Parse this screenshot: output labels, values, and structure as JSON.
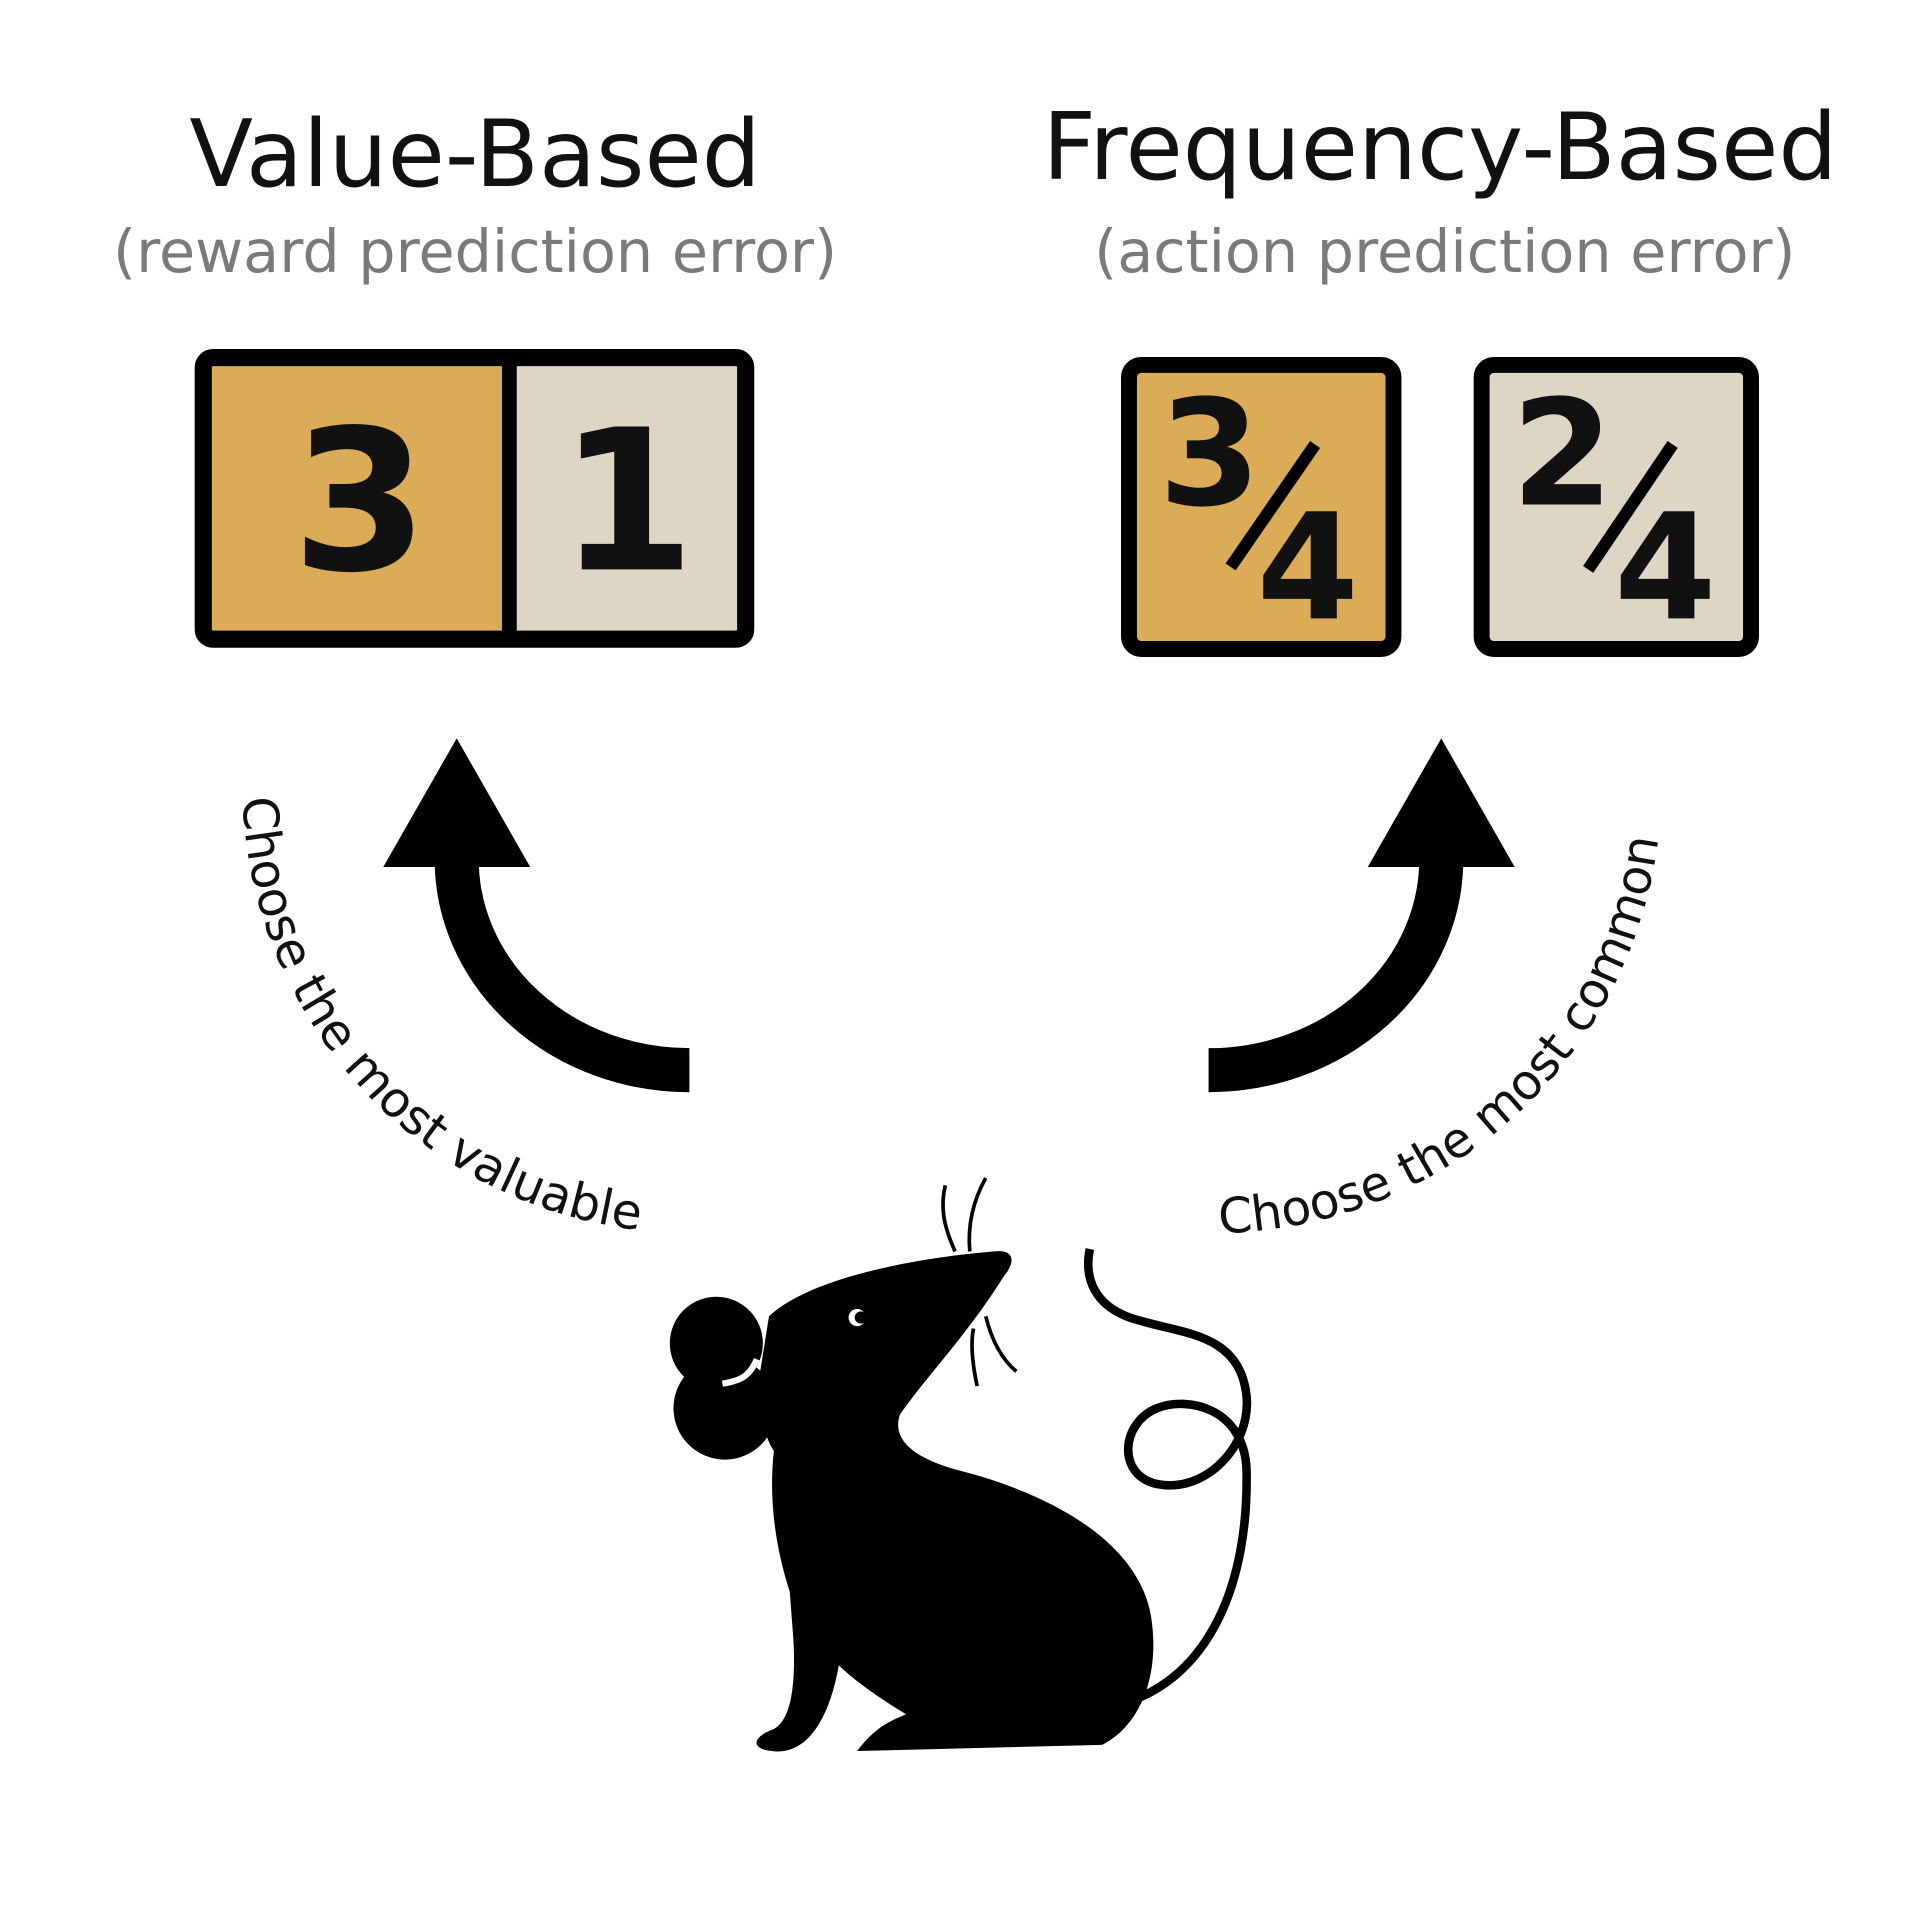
{
  "left": {
    "title": "Value-Based",
    "subtitle": "(reward prediction error)",
    "options": [
      {
        "label": "3",
        "color": "#dbab57"
      },
      {
        "label": "1",
        "color": "#ddd6c4"
      }
    ],
    "instruction": "Choose the most valuable"
  },
  "right": {
    "title": "Frequency-Based",
    "subtitle": "(action prediction error)",
    "options": [
      {
        "numerator": "3",
        "denominator": "4",
        "color": "#dbab57"
      },
      {
        "numerator": "2",
        "denominator": "4",
        "color": "#ddd6c4"
      }
    ],
    "instruction": "Choose the most common"
  }
}
